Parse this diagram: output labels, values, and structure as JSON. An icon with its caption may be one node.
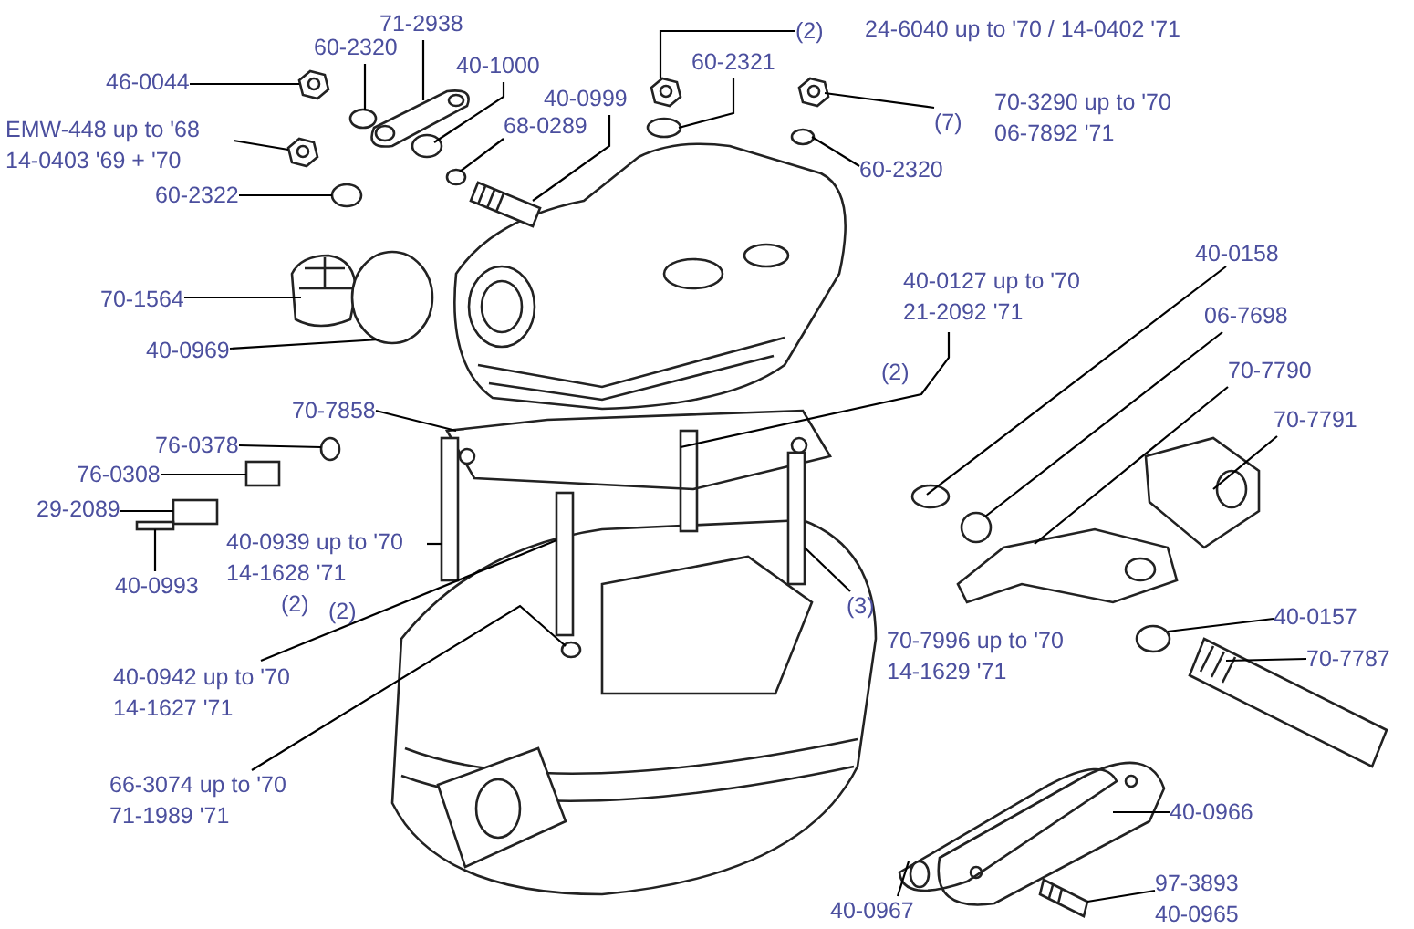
{
  "diagram": {
    "nodes": [
      {
        "text": [
          "71-2938"
        ]
      },
      {
        "text": [
          "60-2320"
        ]
      },
      {
        "text": [
          "40-1000"
        ]
      },
      {
        "text": [
          "46-0044"
        ]
      },
      {
        "text": [
          "40-0999"
        ]
      },
      {
        "text": [
          "68-0289"
        ]
      },
      {
        "text": [
          "60-2321"
        ]
      },
      {
        "text": [
          "(2)",
          "24-6040 up to '70 / 14-0402 '71"
        ]
      },
      {
        "text": [
          "EMW-448 up to '68 14-0403 '69 + '70"
        ]
      },
      {
        "text": [
          "(7)",
          "70-3290 up to '70 06-7892 '71"
        ]
      },
      {
        "text": [
          "60-2320"
        ]
      },
      {
        "text": [
          "60-2322"
        ]
      },
      {
        "text": [
          "70-1564"
        ]
      },
      {
        "text": [
          "40-0969"
        ]
      },
      {
        "text": [
          "40-0127 up to '70 21-2092 '71",
          "(2)"
        ]
      },
      {
        "text": [
          "40-0158"
        ]
      },
      {
        "text": [
          "06-7698"
        ]
      },
      {
        "text": [
          "70-7790"
        ]
      },
      {
        "text": [
          "70-7791"
        ]
      },
      {
        "text": [
          "70-7858"
        ]
      },
      {
        "text": [
          "76-0378"
        ]
      },
      {
        "text": [
          "76-0308"
        ]
      },
      {
        "text": [
          "29-2089"
        ]
      },
      {
        "text": [
          "40-0993"
        ]
      },
      {
        "text": [
          "40-0939 up to '70 14-1628 '71",
          "(2)"
        ]
      },
      {
        "text": [
          "(2)",
          "40-0942 up to '70 14-1627 '71"
        ]
      },
      {
        "text": [
          "66-3074 up to '70 71-1989 '71"
        ]
      },
      {
        "text": [
          "(3)",
          "70-7996 up to '70 14-1629 '71"
        ]
      },
      {
        "text": [
          "40-0157"
        ]
      },
      {
        "text": [
          "70-7787"
        ]
      },
      {
        "text": [
          "40-0966"
        ]
      },
      {
        "text": [
          "40-0967"
        ]
      },
      {
        "text": [
          "97-3893 40-0965"
        ]
      },
      {
        "text": [],
        "shape": "picture"
      },
      {
        "text": [],
        "shape": "circle"
      },
      {
        "text": [],
        "shape": "circle"
      },
      {
        "text": [],
        "shape": "picture"
      },
      {
        "text": [],
        "shape": "picture"
      },
      {
        "text": [],
        "shape": "circle"
      },
      {
        "text": [],
        "shape": "circle"
      },
      {
        "text": [],
        "shape": "picture"
      },
      {
        "text": [],
        "shape": "picture"
      },
      {
        "text": [],
        "shape": "picture"
      },
      {
        "text": [],
        "shape": "circle"
      },
      {
        "text": [],
        "shape": "circle"
      },
      {
        "text": [],
        "shape": "picture"
      },
      {
        "text": [],
        "shape": "circle"
      },
      {
        "text": [],
        "shape": "box"
      },
      {
        "text": [],
        "shape": "circle"
      },
      {
        "text": [],
        "shape": "circle"
      },
      {
        "text": [],
        "shape": "picture"
      },
      {
        "text": [],
        "shape": "picture"
      },
      {
        "text": [],
        "shape": "picture"
      },
      {
        "text": [],
        "shape": "circle"
      },
      {
        "text": [],
        "shape": "box"
      },
      {
        "text": [],
        "shape": "box"
      },
      {
        "text": [],
        "shape": "box"
      },
      {
        "text": [],
        "shape": "box"
      },
      {
        "text": [],
        "shape": "box"
      },
      {
        "text": [],
        "shape": "circle"
      },
      {
        "text": [],
        "shape": "box"
      },
      {
        "text": [],
        "shape": "circle"
      },
      {
        "text": [],
        "shape": "picture"
      },
      {
        "text": [],
        "shape": "picture"
      },
      {
        "text": [],
        "shape": "picture"
      },
      {
        "text": [],
        "shape": "picture"
      }
    ],
    "edges": [
      {
        "from": 0,
        "to": 33,
        "arrow": "none"
      },
      {
        "from": 1,
        "to": 34,
        "arrow": "none"
      },
      {
        "from": 2,
        "to": 35,
        "arrow": "none"
      },
      {
        "from": 3,
        "to": 36,
        "arrow": "none"
      },
      {
        "from": 4,
        "to": 37,
        "arrow": "none"
      },
      {
        "from": 5,
        "to": 38,
        "arrow": "none"
      },
      {
        "from": 6,
        "to": 39,
        "arrow": "none"
      },
      {
        "from": 7,
        "to": 40,
        "arrow": "none"
      },
      {
        "from": 8,
        "to": 41,
        "arrow": "none"
      },
      {
        "from": 9,
        "to": 42,
        "arrow": "none"
      },
      {
        "from": 10,
        "to": 43,
        "arrow": "none"
      },
      {
        "from": 11,
        "to": 44,
        "arrow": "none"
      },
      {
        "from": 12,
        "to": 45,
        "arrow": "none"
      },
      {
        "from": 13,
        "to": 46,
        "arrow": "none"
      },
      {
        "from": 14,
        "to": 47,
        "arrow": "none"
      },
      {
        "from": 15,
        "to": 48,
        "arrow": "none"
      },
      {
        "from": 16,
        "to": 49,
        "arrow": "none"
      },
      {
        "from": 17,
        "to": 50,
        "arrow": "none"
      },
      {
        "from": 18,
        "to": 51,
        "arrow": "none"
      },
      {
        "from": 19,
        "to": 52,
        "arrow": "none"
      },
      {
        "from": 20,
        "to": 53,
        "arrow": "none"
      },
      {
        "from": 21,
        "to": 54,
        "arrow": "none"
      },
      {
        "from": 22,
        "to": 55,
        "arrow": "none"
      },
      {
        "from": 23,
        "to": 56,
        "arrow": "none"
      },
      {
        "from": 24,
        "to": 57,
        "arrow": "none"
      },
      {
        "from": 25,
        "to": 58,
        "arrow": "none"
      },
      {
        "from": 26,
        "to": 59,
        "arrow": "none"
      },
      {
        "from": 27,
        "to": 60,
        "arrow": "none"
      },
      {
        "from": 28,
        "to": 61,
        "arrow": "none"
      },
      {
        "from": 29,
        "to": 62,
        "arrow": "none"
      },
      {
        "from": 30,
        "to": 63,
        "arrow": "none"
      },
      {
        "from": 31,
        "to": 64,
        "arrow": "none"
      },
      {
        "from": 32,
        "to": 65,
        "arrow": "none"
      }
    ]
  }
}
